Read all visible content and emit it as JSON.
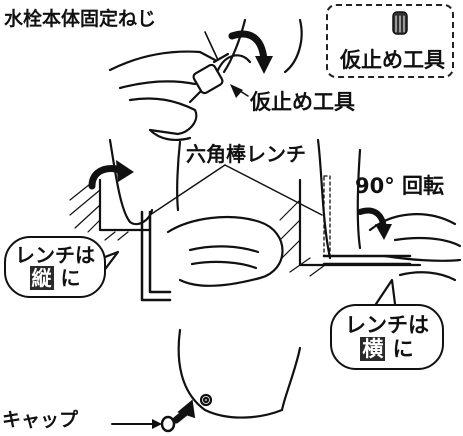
{
  "labels": {
    "faucet_screw": "水栓本体固定ねじ",
    "temp_tool": "仮止め工具",
    "temp_tool_box": "仮止め工具",
    "hex_wrench": "六角棒レンチ",
    "rotate_90": "90° 回転",
    "cap": "キャップ"
  },
  "bubble_left": {
    "line1": "レンチは",
    "highlight": "縦",
    "suffix": "に"
  },
  "bubble_right": {
    "line1": "レンチは",
    "highlight": "横",
    "suffix": "に"
  }
}
